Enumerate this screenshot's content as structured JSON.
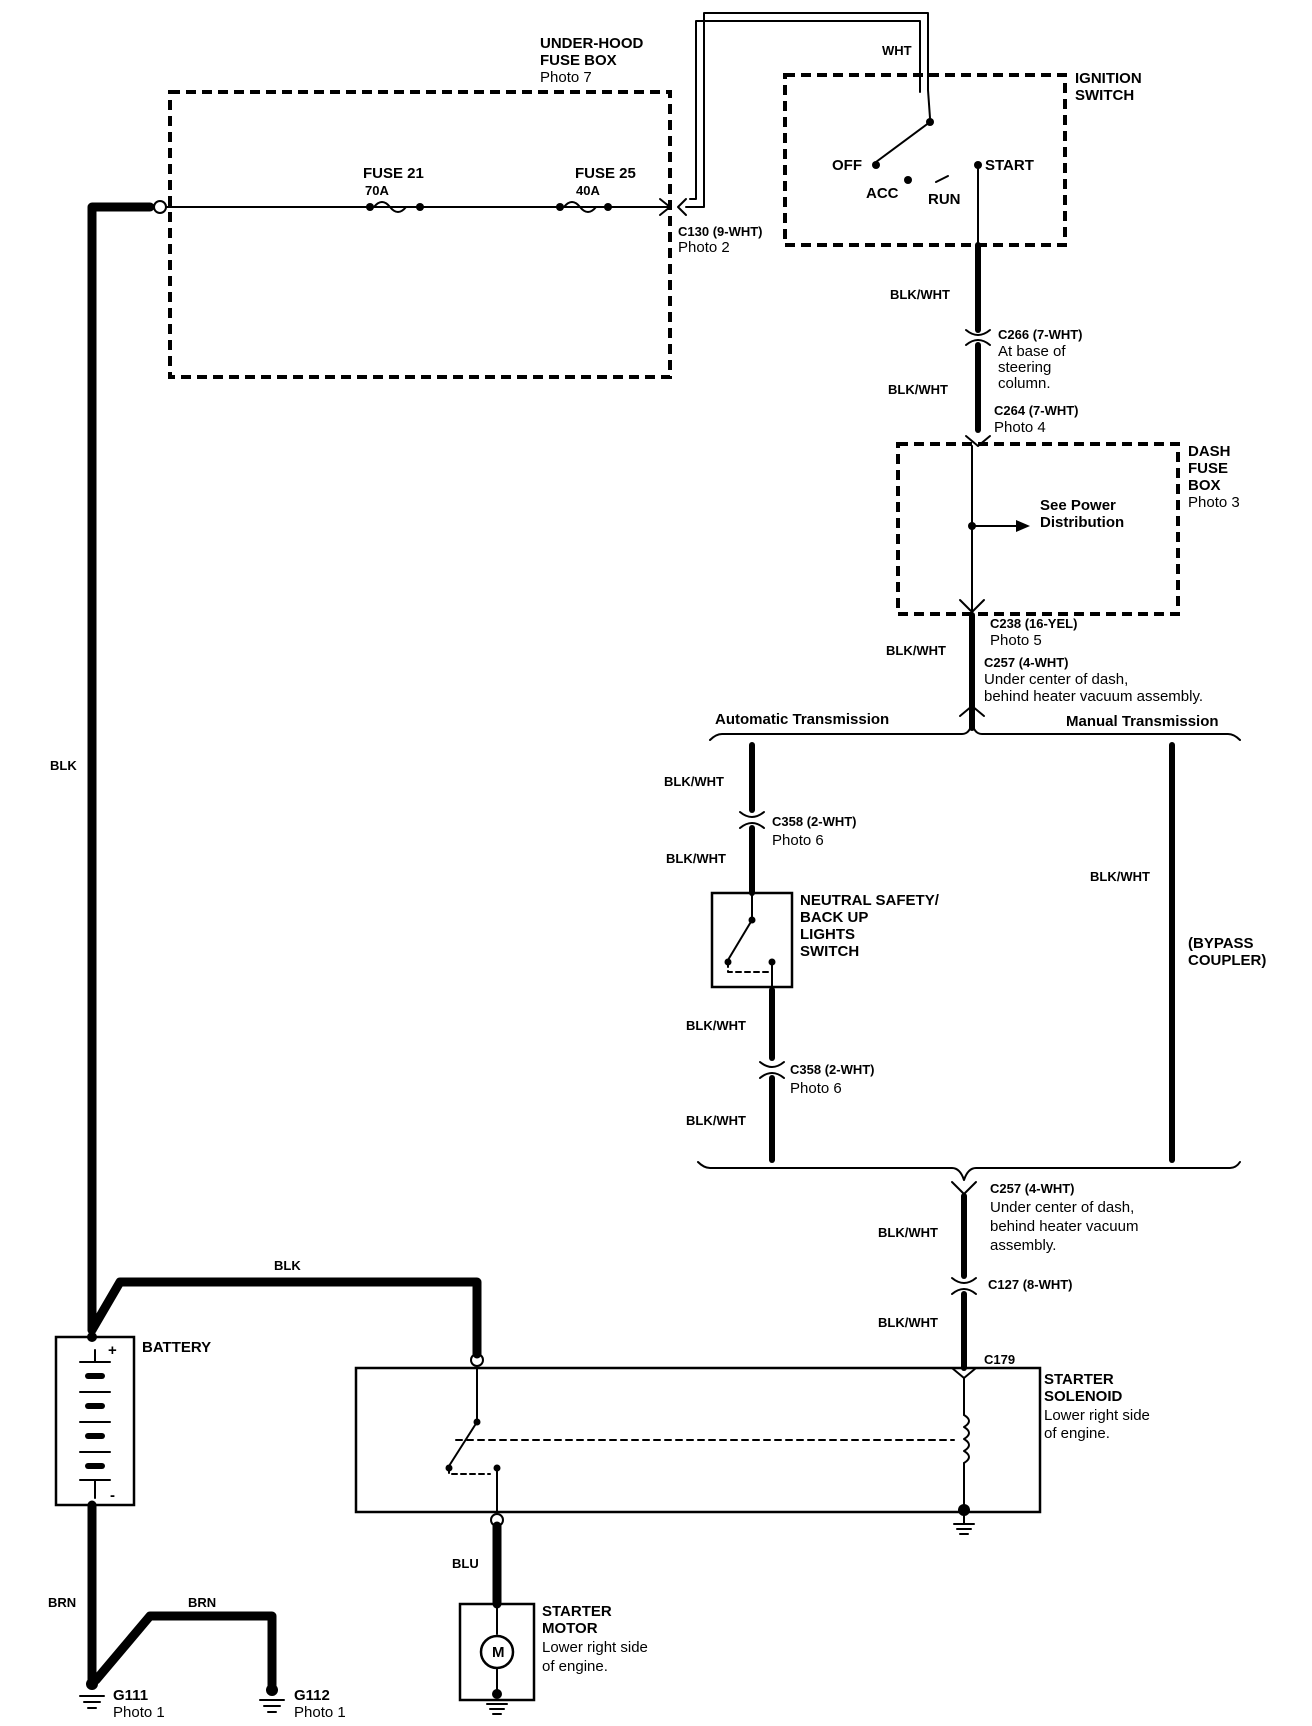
{
  "underhood_fuse_box": {
    "title1": "UNDER-HOOD",
    "title2": "FUSE BOX",
    "photo": "Photo 7"
  },
  "fuse21": {
    "name": "FUSE 21",
    "rating": "70A"
  },
  "fuse25": {
    "name": "FUSE 25",
    "rating": "40A"
  },
  "c130": {
    "id": "C130 (9-WHT)",
    "photo": "Photo 2"
  },
  "ignition_switch": {
    "title1": "IGNITION",
    "title2": "SWITCH",
    "wire": "WHT",
    "off": "OFF",
    "acc": "ACC",
    "run": "RUN",
    "start": "START"
  },
  "wires": {
    "blk": "BLK",
    "blk_wht": "BLK/WHT",
    "brn": "BRN",
    "blu": "BLU"
  },
  "c266": {
    "id": "C266 (7-WHT)",
    "line1": "At base of",
    "line2": "steering",
    "line3": "column."
  },
  "c264": {
    "id": "C264 (7-WHT)",
    "photo": "Photo 4"
  },
  "dash_fuse_box": {
    "title1": "DASH",
    "title2": "FUSE",
    "title3": "BOX",
    "photo": "Photo 3",
    "note1": "See Power",
    "note2": "Distribution"
  },
  "c238": {
    "id": "C238 (16-YEL)",
    "photo": "Photo 5"
  },
  "c257_top": {
    "id": "C257 (4-WHT)",
    "line1": "Under center of dash,",
    "line2": "behind heater vacuum assembly."
  },
  "transmission": {
    "automatic": "Automatic Transmission",
    "manual": "Manual Transmission"
  },
  "c358_top": {
    "id": "C358 (2-WHT)",
    "photo": "Photo 6"
  },
  "neutral_switch": {
    "line1": "NEUTRAL SAFETY/",
    "line2": "BACK UP",
    "line3": "LIGHTS",
    "line4": "SWITCH"
  },
  "c358_bottom": {
    "id": "C358 (2-WHT)",
    "photo": "Photo 6"
  },
  "bypass": {
    "line1": "(BYPASS",
    "line2": "COUPLER)"
  },
  "c257_bottom": {
    "id": "C257 (4-WHT)",
    "line1": "Under center of dash,",
    "line2": "behind heater vacuum",
    "line3": "assembly."
  },
  "c127": {
    "id": "C127 (8-WHT)"
  },
  "c179": {
    "id": "C179"
  },
  "battery": {
    "label": "BATTERY",
    "plus": "+",
    "minus": "-"
  },
  "starter_solenoid": {
    "title1": "STARTER",
    "title2": "SOLENOID",
    "line1": "Lower right side",
    "line2": "of engine."
  },
  "starter_motor": {
    "title1": "STARTER",
    "title2": "MOTOR",
    "line1": "Lower right side",
    "line2": "of engine.",
    "symbol": "M"
  },
  "g111": {
    "id": "G111",
    "photo": "Photo 1"
  },
  "g112": {
    "id": "G112",
    "photo": "Photo 1"
  }
}
